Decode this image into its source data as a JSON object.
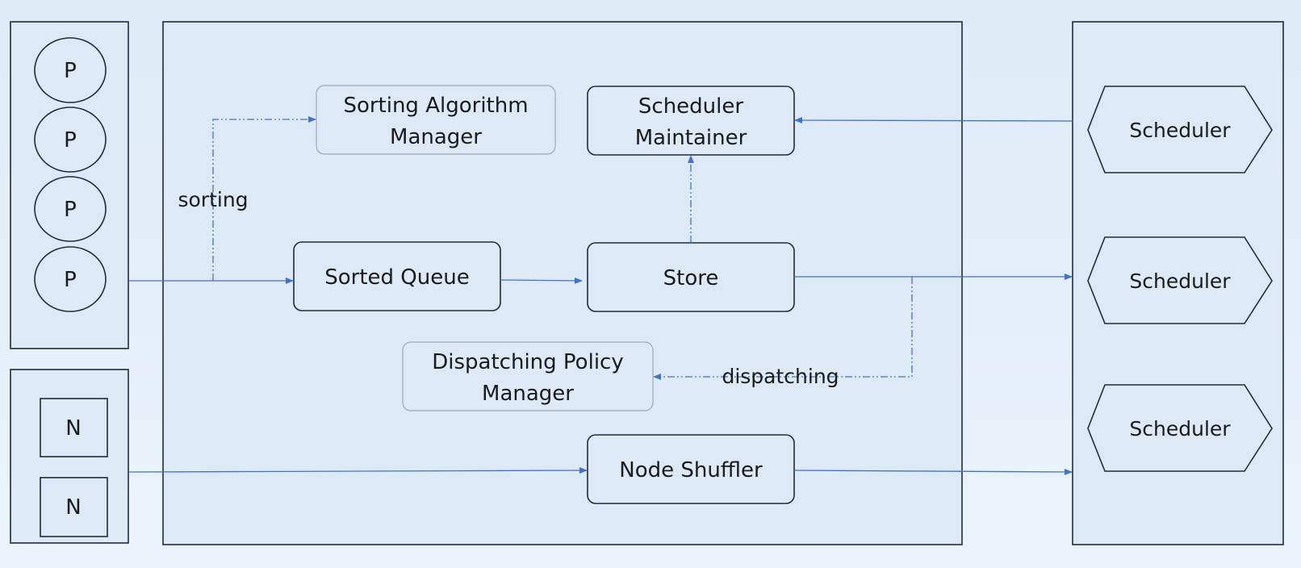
{
  "producers": {
    "label": "P",
    "count": 4
  },
  "nodes": {
    "label": "N",
    "count": 2
  },
  "components": {
    "sorting_algorithm_manager": [
      "Sorting Algorithm",
      "Manager"
    ],
    "scheduler_maintainer": [
      "Scheduler",
      "Maintainer"
    ],
    "sorted_queue": "Sorted Queue",
    "store": "Store",
    "dispatching_policy_manager": [
      "Dispatching Policy",
      "Manager"
    ],
    "node_shuffler": "Node Shuffler"
  },
  "edge_labels": {
    "sorting": "sorting",
    "dispatching": "dispatching"
  },
  "schedulers": [
    "Scheduler",
    "Scheduler",
    "Scheduler"
  ],
  "colors": {
    "arrow": "#4472c4",
    "outline": "#1f2a44",
    "fill": "#dde9f6",
    "light_outline": "#a0a8b4"
  }
}
